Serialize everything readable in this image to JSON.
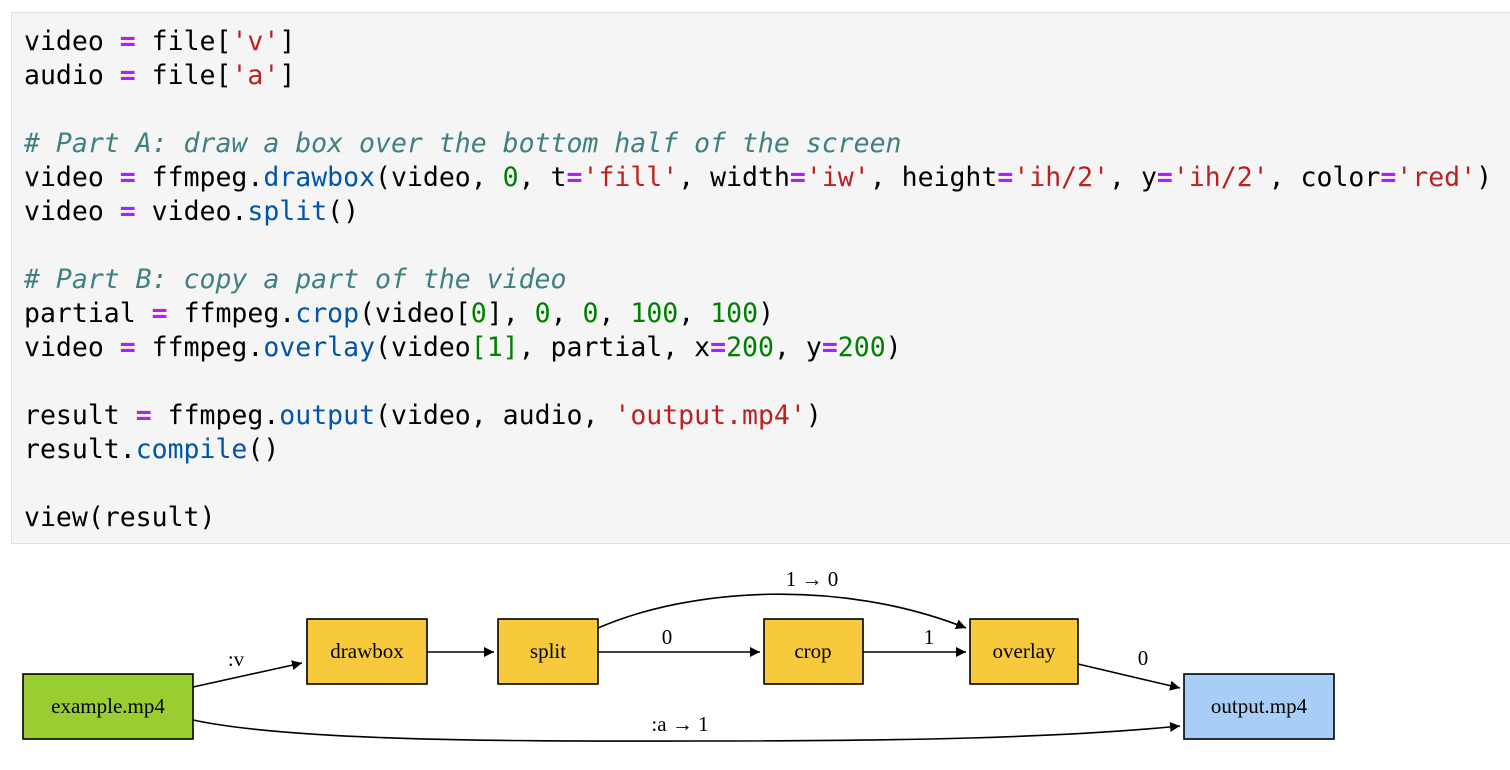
{
  "code_lines": [
    [
      {
        "t": "video "
      },
      {
        "t": "=",
        "c": "op"
      },
      {
        "t": " file["
      },
      {
        "t": "'v'",
        "c": "str"
      },
      {
        "t": "]"
      }
    ],
    [
      {
        "t": "audio "
      },
      {
        "t": "=",
        "c": "op"
      },
      {
        "t": " file["
      },
      {
        "t": "'a'",
        "c": "str"
      },
      {
        "t": "]"
      }
    ],
    [],
    [
      {
        "t": "# Part A: draw a box over the bottom half of the screen",
        "c": "cm"
      }
    ],
    [
      {
        "t": "video "
      },
      {
        "t": "=",
        "c": "op"
      },
      {
        "t": " ffmpeg."
      },
      {
        "t": "drawbox",
        "c": "fn"
      },
      {
        "t": "(video, "
      },
      {
        "t": "0",
        "c": "num"
      },
      {
        "t": ", t"
      },
      {
        "t": "=",
        "c": "op"
      },
      {
        "t": "'fill'",
        "c": "str"
      },
      {
        "t": ", width"
      },
      {
        "t": "=",
        "c": "op"
      },
      {
        "t": "'iw'",
        "c": "str"
      },
      {
        "t": ", height"
      },
      {
        "t": "=",
        "c": "op"
      },
      {
        "t": "'ih/2'",
        "c": "str"
      },
      {
        "t": ", y"
      },
      {
        "t": "=",
        "c": "op"
      },
      {
        "t": "'ih/2'",
        "c": "str"
      },
      {
        "t": ", color"
      },
      {
        "t": "=",
        "c": "op"
      },
      {
        "t": "'red'",
        "c": "str"
      },
      {
        "t": ")"
      }
    ],
    [
      {
        "t": "video "
      },
      {
        "t": "=",
        "c": "op"
      },
      {
        "t": " video."
      },
      {
        "t": "split",
        "c": "fn"
      },
      {
        "t": "()"
      }
    ],
    [],
    [
      {
        "t": "# Part B: copy a part of the video",
        "c": "cm"
      }
    ],
    [
      {
        "t": "partial "
      },
      {
        "t": "=",
        "c": "op"
      },
      {
        "t": " ffmpeg."
      },
      {
        "t": "crop",
        "c": "fn"
      },
      {
        "t": "(video["
      },
      {
        "t": "0",
        "c": "num"
      },
      {
        "t": "], "
      },
      {
        "t": "0",
        "c": "num"
      },
      {
        "t": ", "
      },
      {
        "t": "0",
        "c": "num"
      },
      {
        "t": ", "
      },
      {
        "t": "100",
        "c": "num"
      },
      {
        "t": ", "
      },
      {
        "t": "100",
        "c": "num"
      },
      {
        "t": ")"
      }
    ],
    [
      {
        "t": "video "
      },
      {
        "t": "=",
        "c": "op"
      },
      {
        "t": " ffmpeg."
      },
      {
        "t": "overlay",
        "c": "fn"
      },
      {
        "t": "(video"
      },
      {
        "t": "[1]",
        "c": "num"
      },
      {
        "t": ", partial, x"
      },
      {
        "t": "=",
        "c": "op"
      },
      {
        "t": "200",
        "c": "num"
      },
      {
        "t": ", y"
      },
      {
        "t": "=",
        "c": "op"
      },
      {
        "t": "200",
        "c": "num"
      },
      {
        "t": ")"
      }
    ],
    [],
    [
      {
        "t": "result "
      },
      {
        "t": "=",
        "c": "op"
      },
      {
        "t": " ffmpeg."
      },
      {
        "t": "output",
        "c": "fn"
      },
      {
        "t": "(video, audio, "
      },
      {
        "t": "'output.mp4'",
        "c": "str"
      },
      {
        "t": ")"
      }
    ],
    [
      {
        "t": "result."
      },
      {
        "t": "compile",
        "c": "fn"
      },
      {
        "t": "()"
      }
    ],
    [],
    [
      {
        "t": "view(result)"
      }
    ]
  ],
  "graph": {
    "nodes": {
      "example": "example.mp4",
      "drawbox": "drawbox",
      "split": "split",
      "crop": "crop",
      "overlay": "overlay",
      "output": "output.mp4"
    },
    "edges": {
      "v": ":v",
      "split_crop": "0",
      "split_overlay": "1  →  0",
      "crop_overlay": "1",
      "overlay_output": "0",
      "audio": ":a  →  1"
    },
    "colors": {
      "source": "#9acd32",
      "filter": "#f6ca3c",
      "sink": "#a8cdf7"
    }
  }
}
